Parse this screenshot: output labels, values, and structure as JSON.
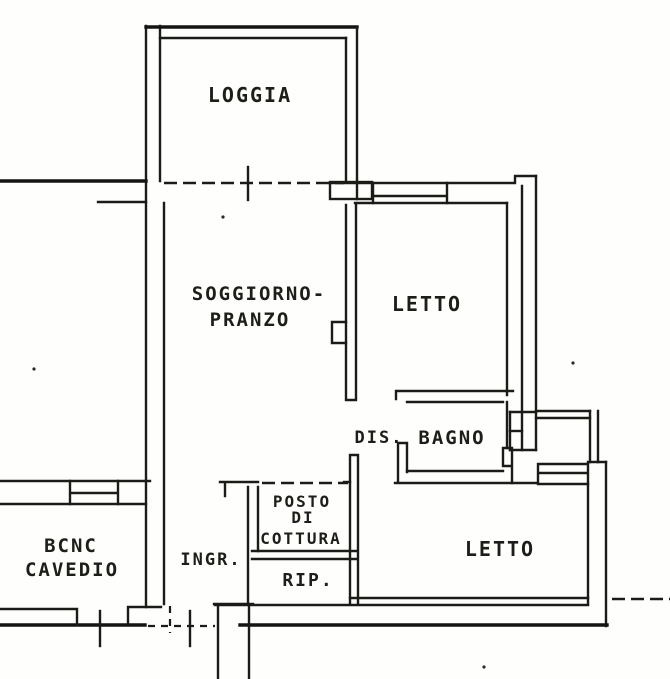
{
  "colors": {
    "ink": "#1b1b18",
    "paper": "#fefefc"
  },
  "rooms": {
    "loggia": {
      "label": "LOGGIA"
    },
    "soggiorno": {
      "line1": "SOGGIORNO-",
      "line2": "PRANZO"
    },
    "letto_top": {
      "label": "LETTO"
    },
    "disimpegno": {
      "label": "DIS."
    },
    "bagno": {
      "label": "BAGNO"
    },
    "posto_cottura": {
      "line1": "POSTO",
      "line2": "DI",
      "line3": "COTTURA"
    },
    "ingresso": {
      "label": "INGR."
    },
    "ripostiglio": {
      "label": "RIP."
    },
    "letto_bottom": {
      "label": "LETTO"
    },
    "bcnc": {
      "line1": "BCNC",
      "line2": "CAVEDIO"
    }
  }
}
